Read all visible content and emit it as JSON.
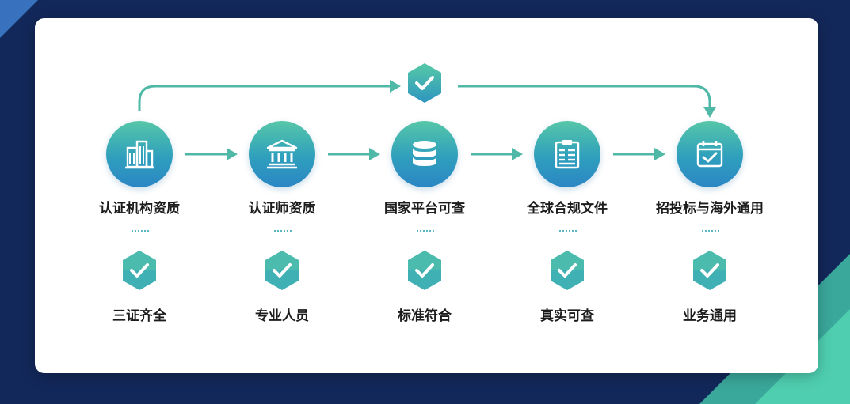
{
  "colors": {
    "background": "#13285a",
    "card": "#ffffff",
    "accent_teal": "#4fb8a6",
    "accent_blue": "#2b86c4",
    "text": "#1c1c1c"
  },
  "steps": [
    {
      "label": "认证机构资质",
      "icon": "buildings-icon",
      "feature": "三证齐全"
    },
    {
      "label": "认证师资质",
      "icon": "institution-icon",
      "feature": "专业人员"
    },
    {
      "label": "国家平台可查",
      "icon": "database-icon",
      "feature": "标准符合"
    },
    {
      "label": "全球合规文件",
      "icon": "document-icon",
      "feature": "真实可查"
    },
    {
      "label": "招投标与海外通用",
      "icon": "clipboard-check-icon",
      "feature": "业务通用"
    }
  ],
  "top_connector": {
    "icon": "check-badge-icon"
  }
}
